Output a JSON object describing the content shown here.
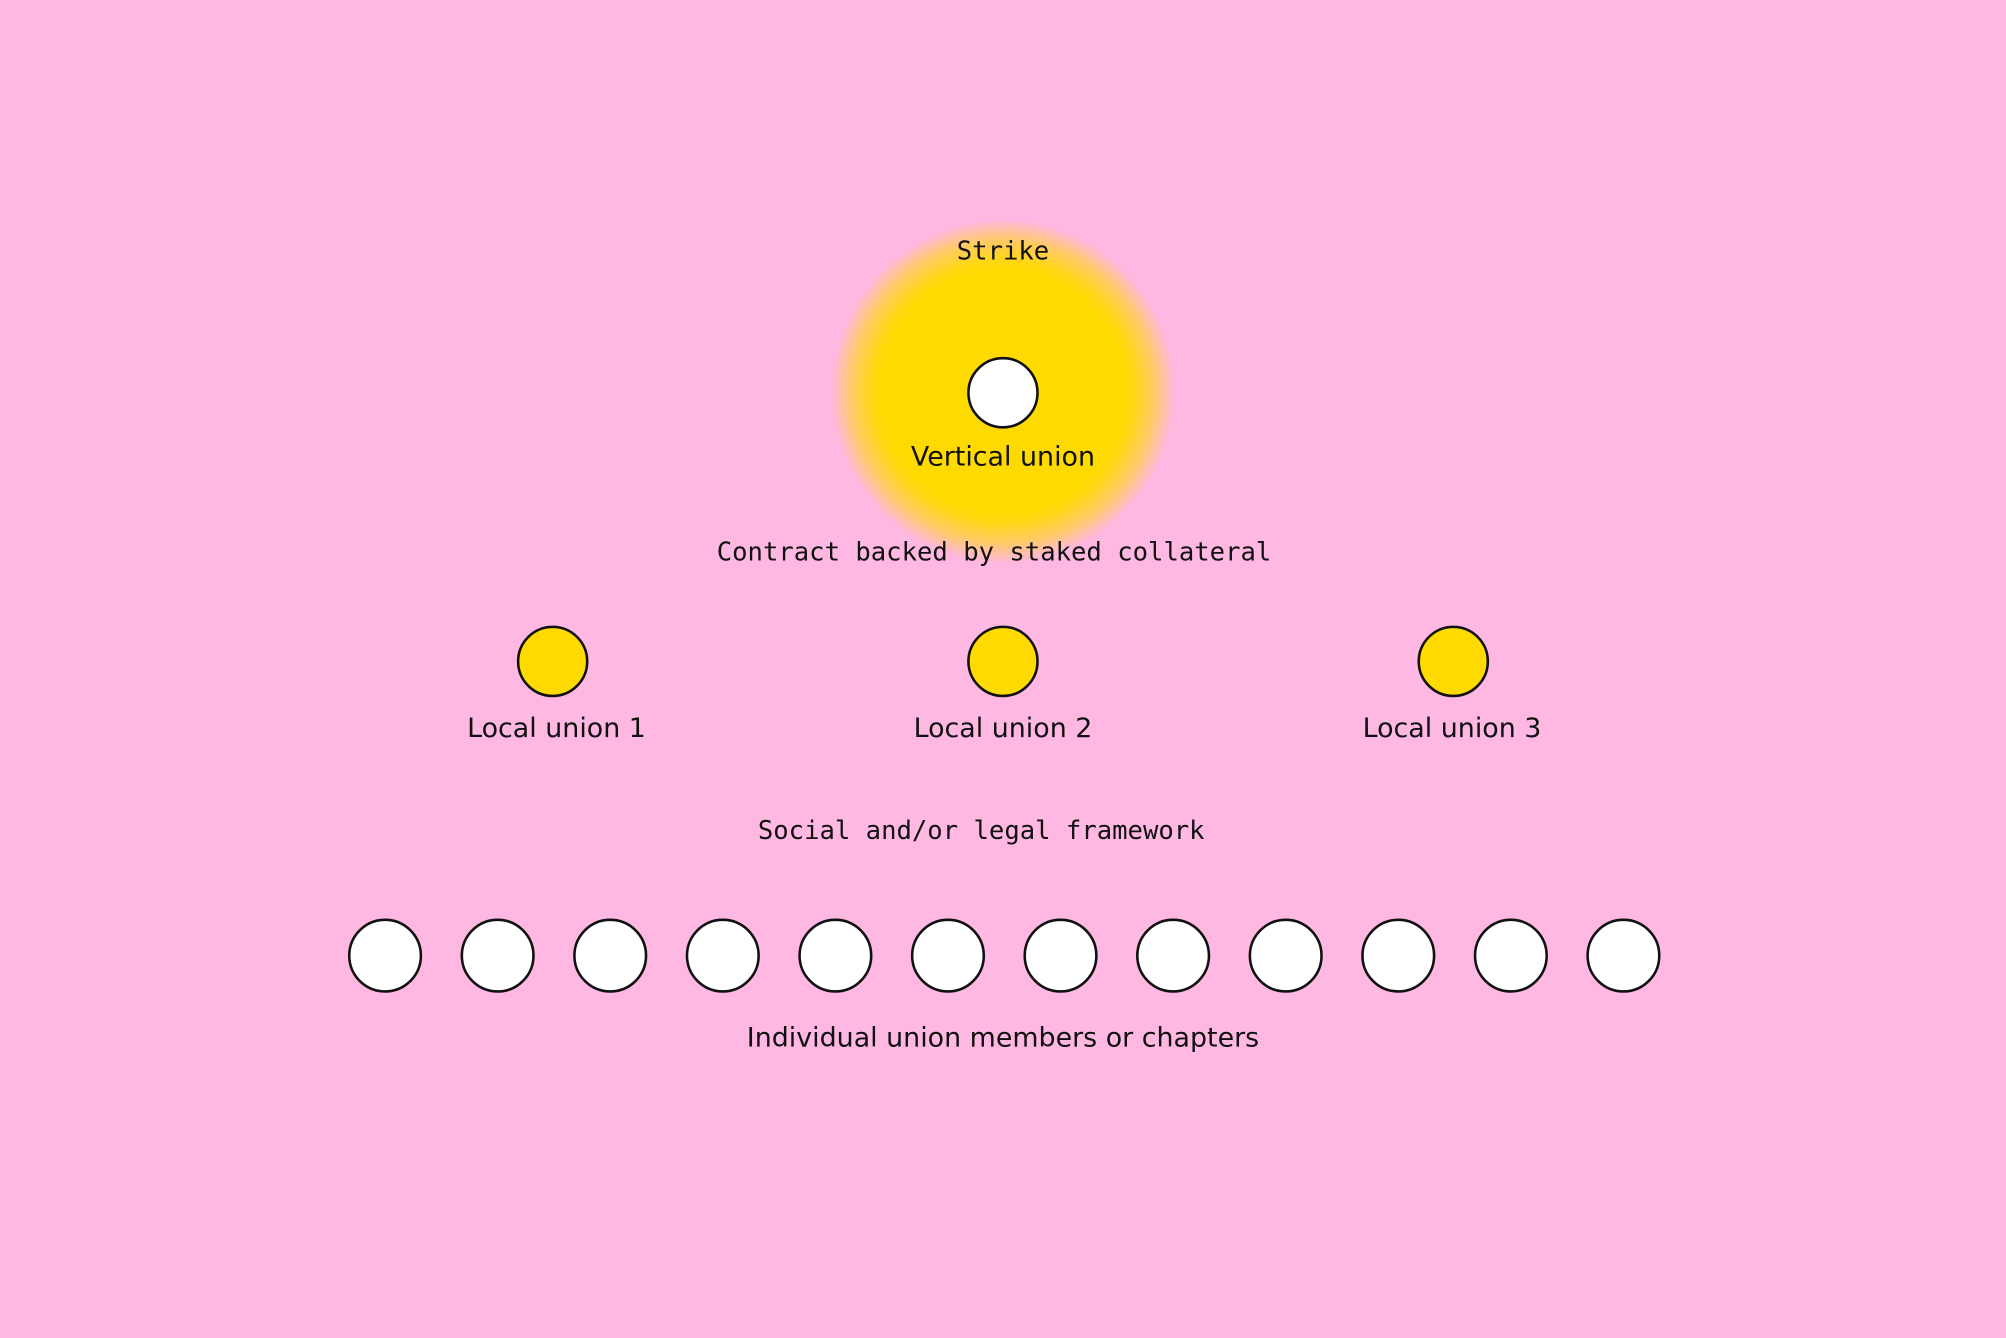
{
  "strike_label": "Strike",
  "vertical_union_label": "Vertical union",
  "contract_label": "Contract backed by staked collateral",
  "local_unions": [
    {
      "label": "Local union 1"
    },
    {
      "label": "Local union 2"
    },
    {
      "label": "Local union 3"
    }
  ],
  "framework_label": "Social and/or legal framework",
  "members_label": "Individual union members or chapters",
  "member_count": 12,
  "colors": {
    "background": "#FFB8E1",
    "accent_yellow": "#FFDA00",
    "node_white": "#FFFFFF",
    "stroke": "#111111"
  }
}
